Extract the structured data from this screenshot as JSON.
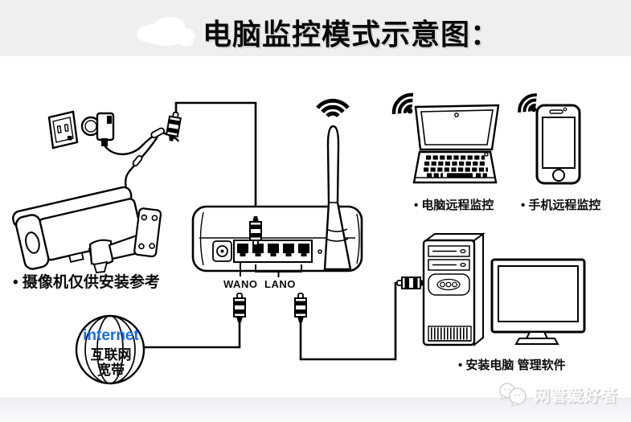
{
  "header": {
    "title": "电脑监控模式示意图：",
    "bg_color": "#efefef",
    "cloud_icon": "white-cloud"
  },
  "diagram": {
    "camera_note": "• 摄像机仅供安装参考",
    "router": {
      "wan_label": "WANO",
      "lan_label": "LANO",
      "port_count": 5
    },
    "internet_globe": {
      "line1": "internet",
      "line2": "互联网",
      "line3": "宽带",
      "internet_color": "#1a6be0"
    },
    "remote_pc_label": "• 电脑远程监控",
    "remote_phone_label": "• 手机远程监控",
    "install_pc_label": "• 安装电脑 管理软件",
    "icons": {
      "wifi": "wifi-signal-icon",
      "camera": "security-camera-icon",
      "router": "router-icon",
      "laptop": "laptop-icon",
      "phone": "smartphone-icon",
      "tower": "desktop-tower-icon",
      "monitor": "monitor-icon",
      "globe": "internet-globe-icon",
      "plug": "power-plug-icon",
      "outlet": "wall-outlet-icon"
    },
    "line_color": "#000000"
  },
  "footer": {
    "watermark": "网管爱好者",
    "watermark_icon": "chat-bubbles-icon",
    "bg_color": "#f3f5f9"
  }
}
